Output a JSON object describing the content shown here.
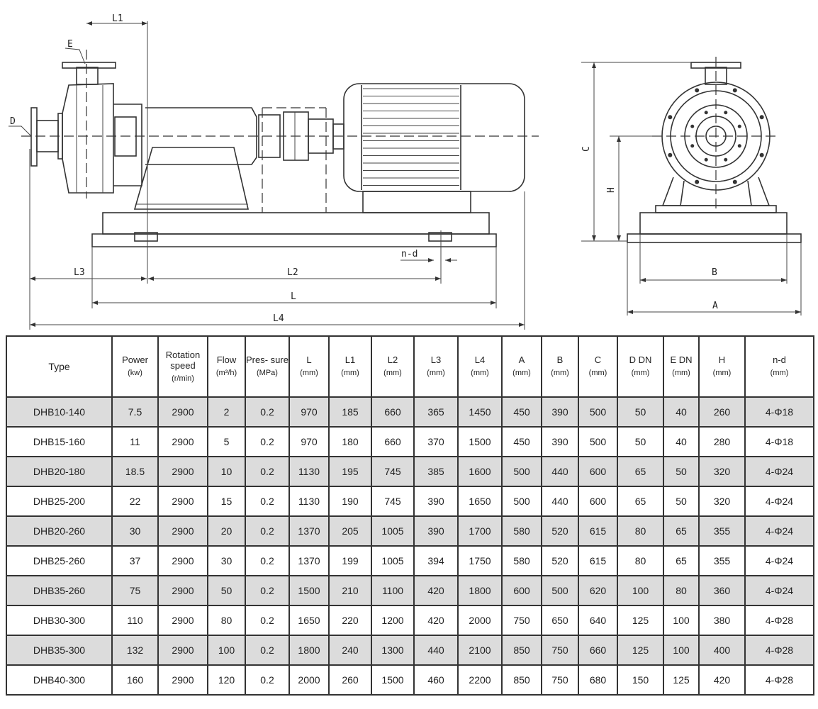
{
  "drawing": {
    "labels": {
      "L1": "L1",
      "E": "E",
      "D": "D",
      "L3": "L3",
      "L2": "L2",
      "L": "L",
      "L4": "L4",
      "nd": "n-d",
      "C": "C",
      "H": "H",
      "B": "B",
      "A": "A"
    }
  },
  "table": {
    "headers": [
      {
        "name": "Type",
        "unit": ""
      },
      {
        "name": "Power",
        "unit": "(kw)"
      },
      {
        "name": "Rotation speed",
        "unit": "(r/min)"
      },
      {
        "name": "Flow",
        "unit": "(m³/h)"
      },
      {
        "name": "Pres- sure",
        "unit": "(MPa)"
      },
      {
        "name": "L",
        "unit": "(mm)"
      },
      {
        "name": "L1",
        "unit": "(mm)"
      },
      {
        "name": "L2",
        "unit": "(mm)"
      },
      {
        "name": "L3",
        "unit": "(mm)"
      },
      {
        "name": "L4",
        "unit": "(mm)"
      },
      {
        "name": "A",
        "unit": "(mm)"
      },
      {
        "name": "B",
        "unit": "(mm)"
      },
      {
        "name": "C",
        "unit": "(mm)"
      },
      {
        "name": "D DN",
        "unit": "(mm)"
      },
      {
        "name": "E DN",
        "unit": "(mm)"
      },
      {
        "name": "H",
        "unit": "(mm)"
      },
      {
        "name": "n-d",
        "unit": "(mm)"
      }
    ],
    "rows": [
      [
        "DHB10-140",
        "7.5",
        "2900",
        "2",
        "0.2",
        "970",
        "185",
        "660",
        "365",
        "1450",
        "450",
        "390",
        "500",
        "50",
        "40",
        "260",
        "4-Φ18"
      ],
      [
        "DHB15-160",
        "11",
        "2900",
        "5",
        "0.2",
        "970",
        "180",
        "660",
        "370",
        "1500",
        "450",
        "390",
        "500",
        "50",
        "40",
        "280",
        "4-Φ18"
      ],
      [
        "DHB20-180",
        "18.5",
        "2900",
        "10",
        "0.2",
        "1130",
        "195",
        "745",
        "385",
        "1600",
        "500",
        "440",
        "600",
        "65",
        "50",
        "320",
        "4-Φ24"
      ],
      [
        "DHB25-200",
        "22",
        "2900",
        "15",
        "0.2",
        "1130",
        "190",
        "745",
        "390",
        "1650",
        "500",
        "440",
        "600",
        "65",
        "50",
        "320",
        "4-Φ24"
      ],
      [
        "DHB20-260",
        "30",
        "2900",
        "20",
        "0.2",
        "1370",
        "205",
        "1005",
        "390",
        "1700",
        "580",
        "520",
        "615",
        "80",
        "65",
        "355",
        "4-Φ24"
      ],
      [
        "DHB25-260",
        "37",
        "2900",
        "30",
        "0.2",
        "1370",
        "199",
        "1005",
        "394",
        "1750",
        "580",
        "520",
        "615",
        "80",
        "65",
        "355",
        "4-Φ24"
      ],
      [
        "DHB35-260",
        "75",
        "2900",
        "50",
        "0.2",
        "1500",
        "210",
        "1100",
        "420",
        "1800",
        "600",
        "500",
        "620",
        "100",
        "80",
        "360",
        "4-Φ24"
      ],
      [
        "DHB30-300",
        "110",
        "2900",
        "80",
        "0.2",
        "1650",
        "220",
        "1200",
        "420",
        "2000",
        "750",
        "650",
        "640",
        "125",
        "100",
        "380",
        "4-Φ28"
      ],
      [
        "DHB35-300",
        "132",
        "2900",
        "100",
        "0.2",
        "1800",
        "240",
        "1300",
        "440",
        "2100",
        "850",
        "750",
        "660",
        "125",
        "100",
        "400",
        "4-Φ28"
      ],
      [
        "DHB40-300",
        "160",
        "2900",
        "120",
        "0.2",
        "2000",
        "260",
        "1500",
        "460",
        "2200",
        "850",
        "750",
        "680",
        "150",
        "125",
        "420",
        "4-Φ28"
      ]
    ]
  }
}
